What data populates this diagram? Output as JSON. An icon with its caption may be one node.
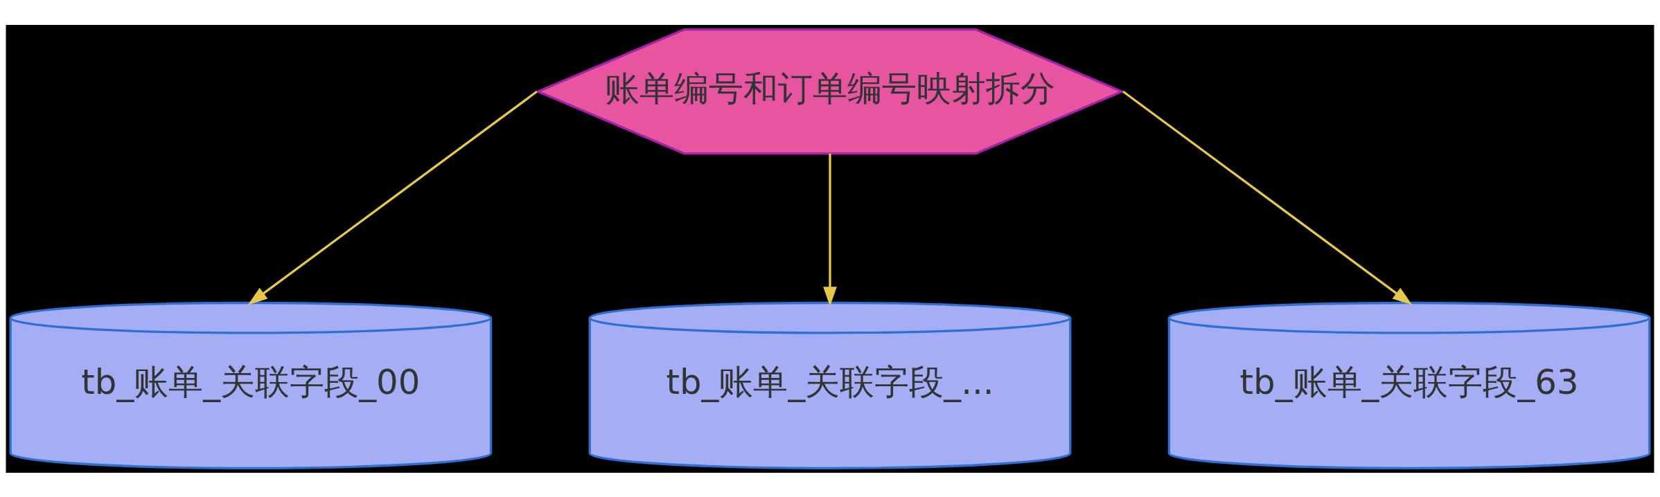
{
  "diagram": {
    "nodes": [
      {
        "text": [
          "账单编号和订单编号映射拆分"
        ]
      },
      {
        "text": [
          "tb_账单_关联字段_00"
        ]
      },
      {
        "text": [
          "tb_账单_关联字段_..."
        ]
      },
      {
        "text": [
          "tb_账单_关联字段_63"
        ]
      }
    ],
    "edges": [
      {
        "from": 0,
        "to": 1,
        "arrow": "to"
      },
      {
        "from": 0,
        "to": 2,
        "arrow": "to"
      },
      {
        "from": 0,
        "to": 3,
        "arrow": "to"
      }
    ]
  }
}
